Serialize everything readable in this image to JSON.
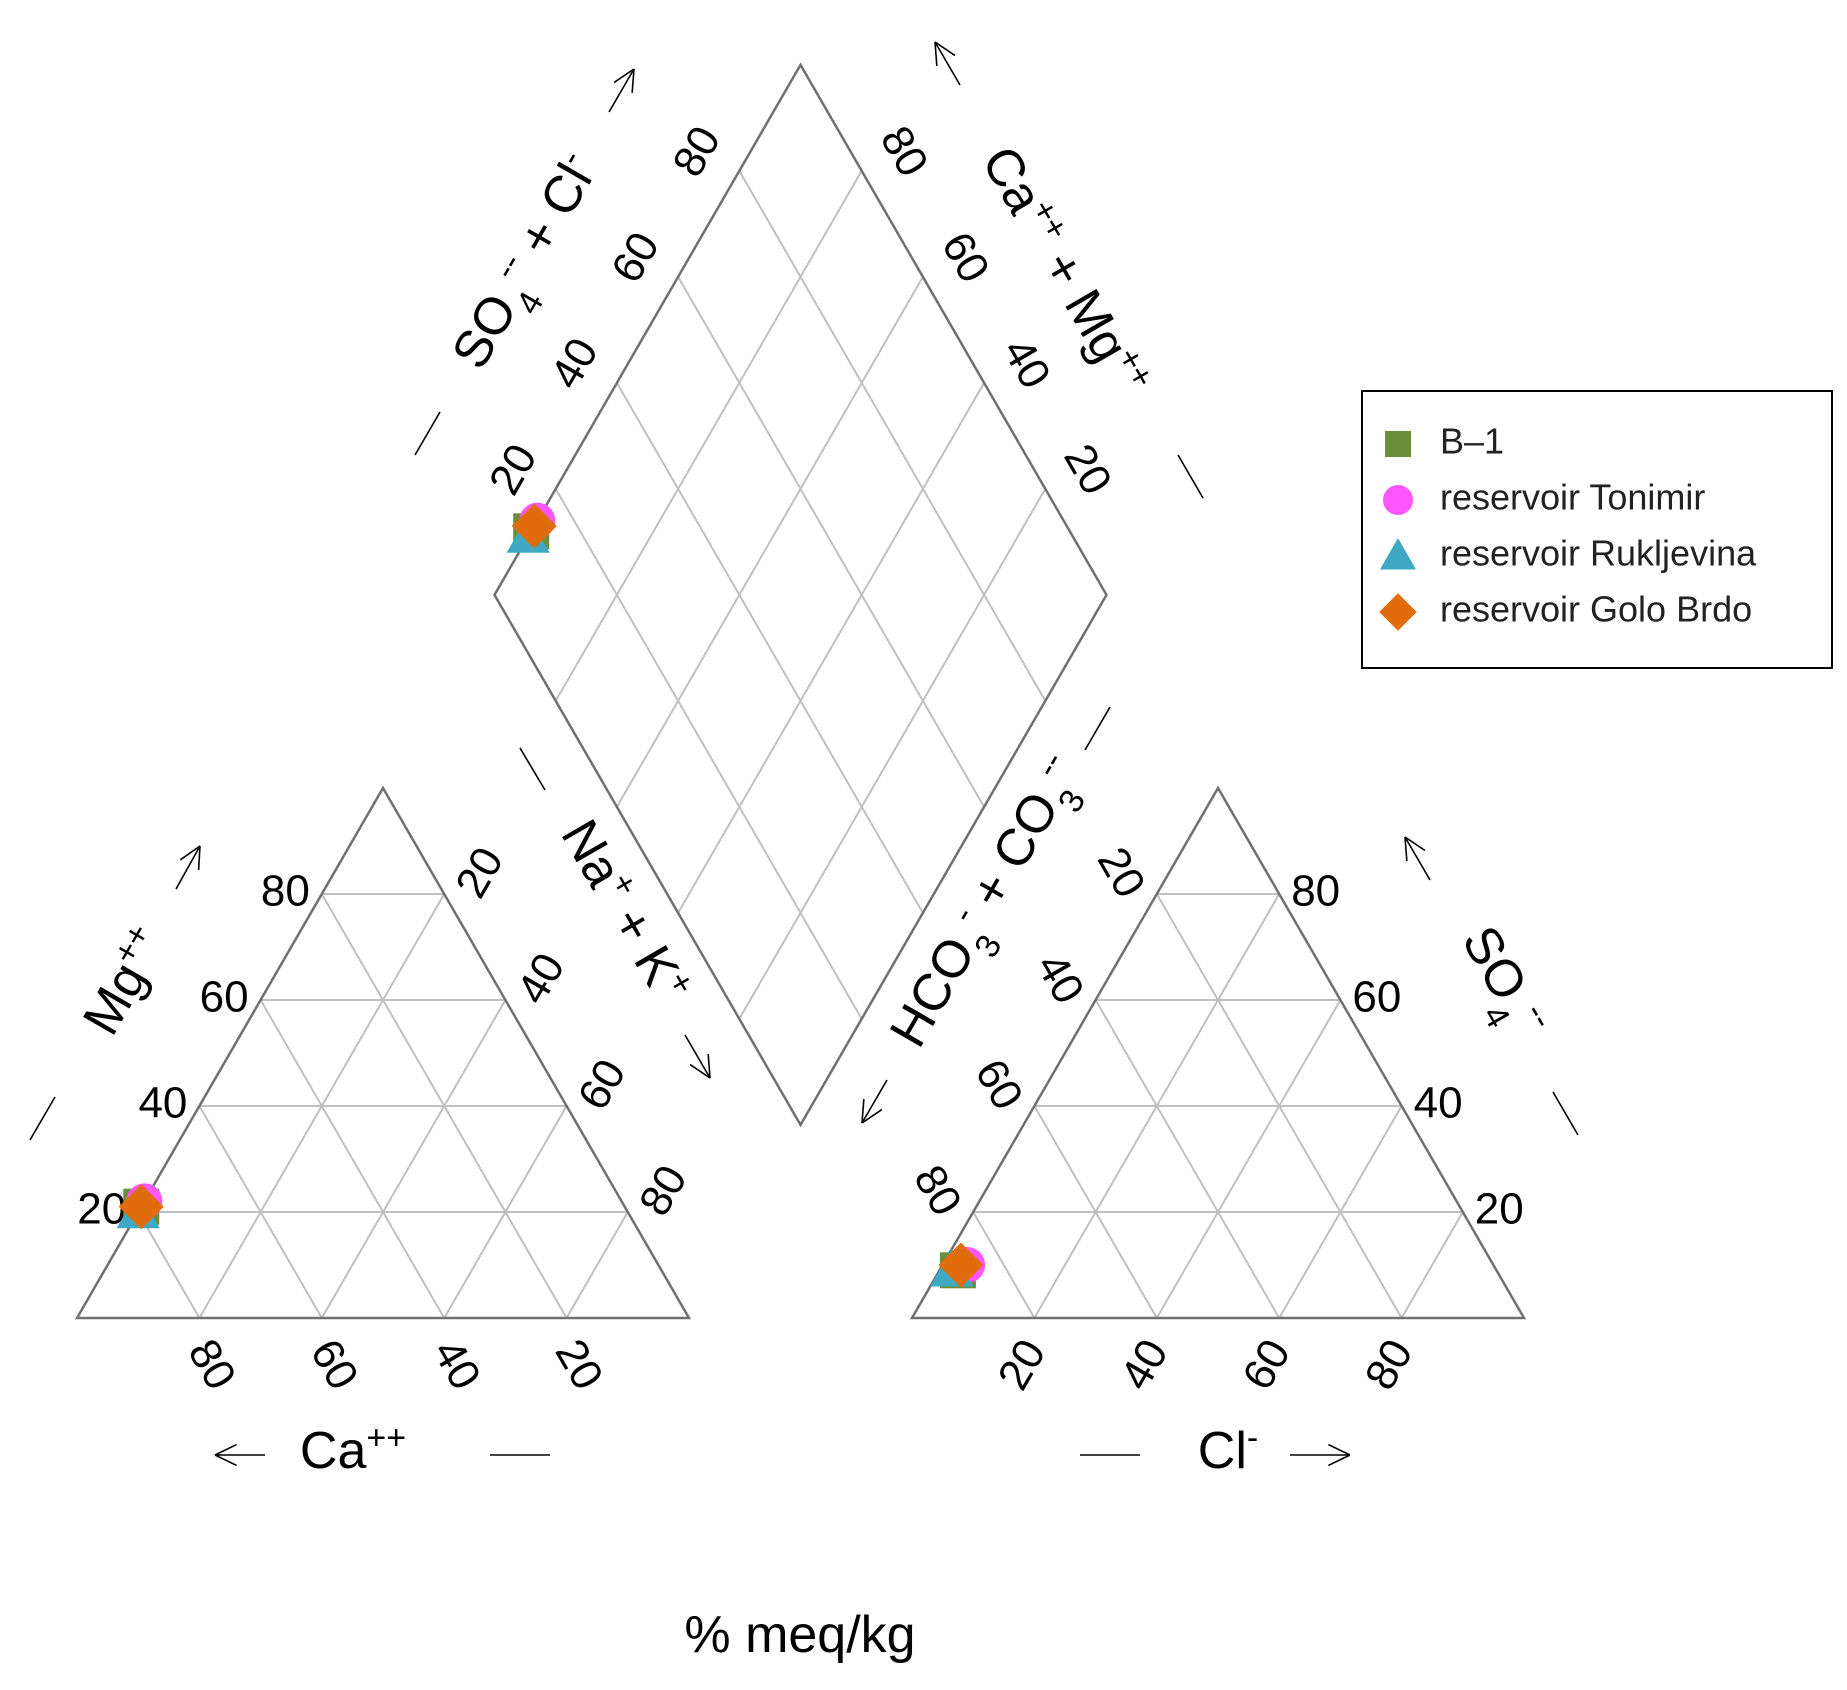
{
  "chart_data": {
    "type": "scatter",
    "subtype": "piper-diagram",
    "units_label": "% meq/kg",
    "axes": {
      "cation_left": "Mg",
      "cation_left_sup": "++",
      "cation_bottom": "Ca",
      "cation_bottom_sup": "++",
      "cation_right": "Na + K",
      "anion_bottom": "Cl",
      "anion_bottom_sup": "-",
      "anion_right": "SO",
      "anion_right_sub": "4",
      "anion_left": "HCO3 + CO3",
      "diamond_upper_left": "SO4 + Cl",
      "diamond_upper_right": "Ca++ + Mg++"
    },
    "ticks": [
      "20",
      "40",
      "60",
      "80"
    ],
    "tick_values": [
      20,
      40,
      60,
      80
    ],
    "legend": {
      "placement": "right",
      "entries": [
        {
          "label": "B–1",
          "marker": "square",
          "color": "#6b8e3a"
        },
        {
          "label": "reservoir Tonimir",
          "marker": "circle",
          "color": "#ff55ff"
        },
        {
          "label": "reservoir Rukljevina",
          "marker": "triangle",
          "color": "#3fa9c4"
        },
        {
          "label": "reservoir Golo Brdo",
          "marker": "diamond",
          "color": "#e06c0c"
        }
      ]
    },
    "series": [
      {
        "name": "B–1",
        "cations": {
          "Ca": 79,
          "Mg": 21,
          "NaK": 0
        },
        "anions": {
          "HCO3CO3": 88,
          "SO4": 9,
          "Cl": 3
        }
      },
      {
        "name": "reservoir Tonimir",
        "cations": {
          "Ca": 78,
          "Mg": 22,
          "NaK": 0
        },
        "anions": {
          "HCO3CO3": 86,
          "SO4": 10,
          "Cl": 4
        }
      },
      {
        "name": "reservoir Rukljevina",
        "cations": {
          "Ca": 80,
          "Mg": 20,
          "NaK": 0
        },
        "anions": {
          "HCO3CO3": 89,
          "SO4": 9,
          "Cl": 2
        }
      },
      {
        "name": "reservoir Golo Brdo",
        "cations": {
          "Ca": 79,
          "Mg": 21,
          "NaK": 0
        },
        "anions": {
          "HCO3CO3": 87,
          "SO4": 10,
          "Cl": 3
        }
      }
    ],
    "grid": true
  }
}
